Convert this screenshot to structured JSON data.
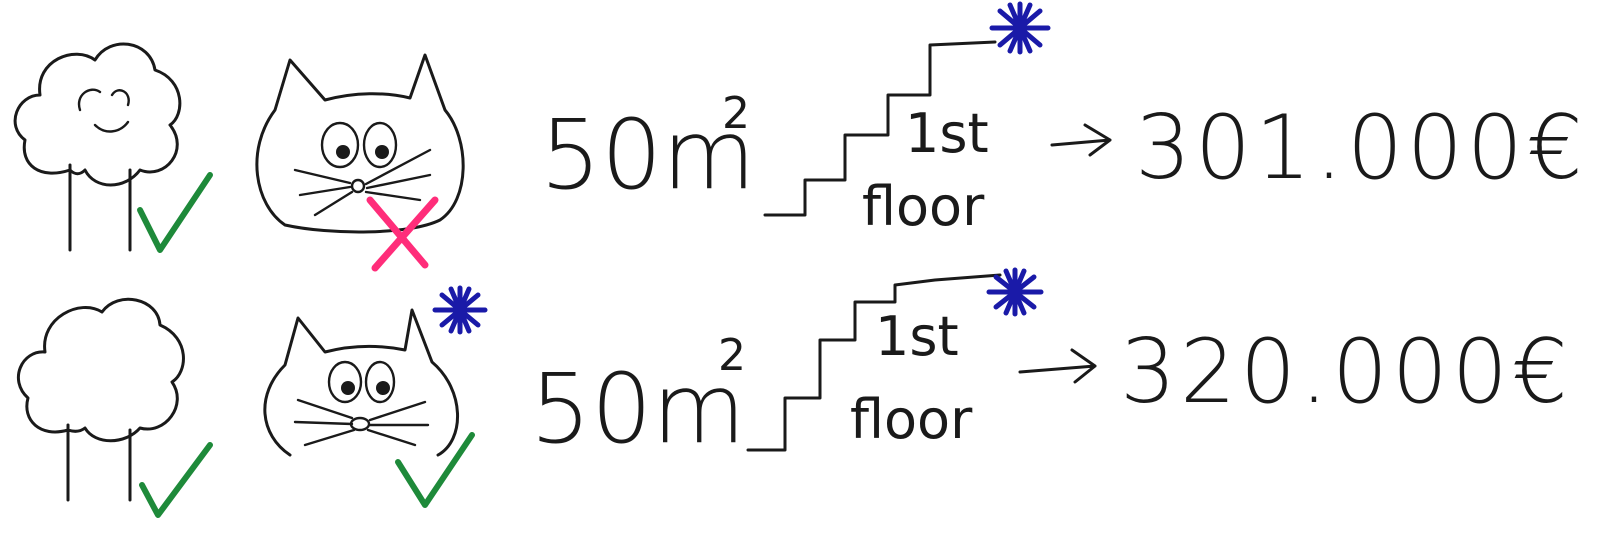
{
  "colors": {
    "ink": "#1a1a1a",
    "check": "#1e8a3a",
    "cross": "#ff2d7a",
    "star": "#1a1aa8"
  },
  "rows": [
    {
      "garden_icon": "tree-icon",
      "garden_mark": "check-icon",
      "pet_icon": "cat-icon",
      "pet_mark": "cross-icon",
      "size_value": "50m",
      "size_exponent": "2",
      "floor_label_top": "1st",
      "floor_label_bottom": "floor",
      "floor_marked": true,
      "price": "301.000€"
    },
    {
      "garden_icon": "tree-icon",
      "garden_mark": "check-icon",
      "pet_icon": "cat-icon",
      "pet_mark": "check-icon",
      "pet_marked": true,
      "size_value": "50m",
      "size_exponent": "2",
      "floor_label_top": "1st",
      "floor_label_bottom": "floor",
      "floor_marked": true,
      "price": "320.000€"
    }
  ]
}
